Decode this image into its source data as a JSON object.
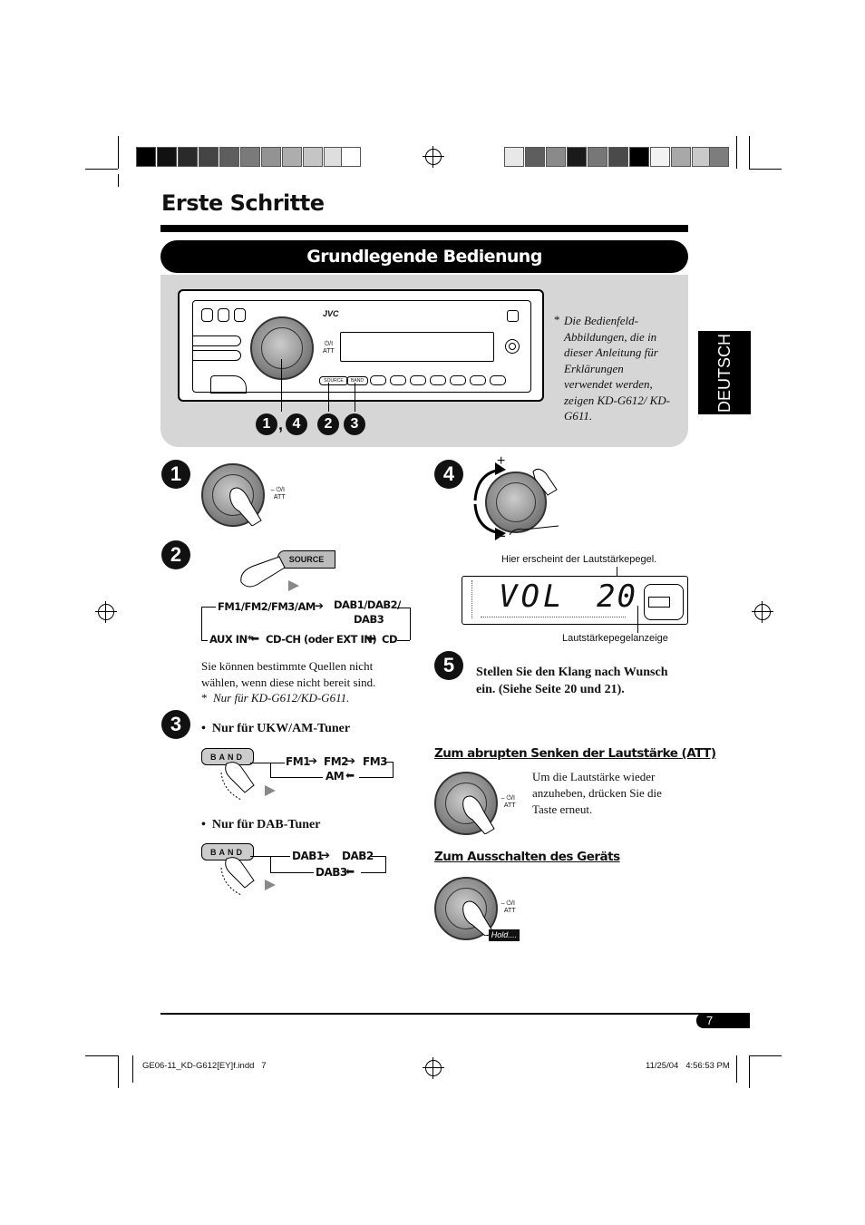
{
  "header": {
    "title": "Erste Schritte",
    "section_title": "Grundlegende Bedienung",
    "language_tab": "DEUTSCH"
  },
  "panel": {
    "brand": "JVC",
    "source_label": "SOURCE",
    "band_label": "BAND",
    "callouts": [
      "1",
      ",",
      "4",
      "2",
      "3"
    ],
    "note_star": "*",
    "note": "Die Bedienfeld-Abbildungen, die in dieser Anleitung für Erklärungen verwendet werden, zeigen KD-G612/ KD-G611."
  },
  "steps": {
    "s1": {
      "num": "1",
      "att_label": "ATT"
    },
    "s2": {
      "num": "2",
      "source_label": "SOURCE",
      "flow": {
        "fm": "FM1/FM2/FM3/AM",
        "dab": "DAB1/DAB2/",
        "dab3": "DAB3",
        "aux": "AUX IN*",
        "cdch": "CD-CH (oder EXT IN)",
        "cd": "CD"
      },
      "text": "Sie können bestimmte Quellen nicht wählen, wenn diese nicht bereit sind.",
      "footnote_star": "*",
      "footnote": "Nur für KD-G612/KD-G611."
    },
    "s3": {
      "num": "3",
      "bullet1": "Nur für UKW/AM-Tuner",
      "band_label": "BAND",
      "fm1": "FM1",
      "fm2": "FM2",
      "fm3": "FM3",
      "am": "AM",
      "bullet2": "Nur für DAB-Tuner",
      "dab1": "DAB1",
      "dab2": "DAB2",
      "dab3": "DAB3"
    },
    "s4": {
      "num": "4",
      "plus": "+",
      "minus": "–",
      "caption_top": "Hier erscheint der Lautstärkepegel.",
      "display_text": "VOL",
      "display_value": "20",
      "caption_bottom": "Lautstärkepegelanzeige"
    },
    "s5": {
      "num": "5",
      "text": "Stellen Sie den Klang nach Wunsch ein. (Siehe Seite 20 und 21)."
    }
  },
  "att_section": {
    "heading": "Zum abrupten Senken der Lautstärke (ATT)",
    "text": "Um die Lautstärke wieder anzuheben, drücken Sie die Taste erneut.",
    "att_label": "ATT"
  },
  "off_section": {
    "heading": "Zum Ausschalten des Geräts",
    "att_label": "ATT",
    "hold_label": "Hold...."
  },
  "footer": {
    "page_number": "7",
    "file": "GE06-11_KD-G612[EY]f.indd   7",
    "date": "11/25/04   4:56:53 PM"
  },
  "colors": {
    "panel_bg": "#d6d6d6",
    "heading_bar": "#000000",
    "accent": "#111111"
  }
}
